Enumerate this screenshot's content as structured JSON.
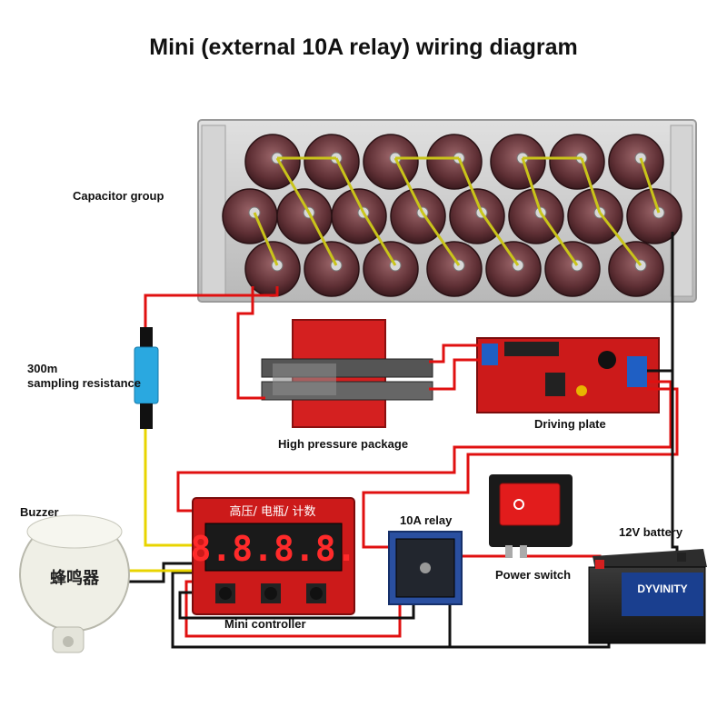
{
  "title": "Mini (external 10A relay) wiring diagram",
  "labels": {
    "capacitor_group": "Capacitor group",
    "sampling_resistance_1": "300m",
    "sampling_resistance_2": "sampling resistance",
    "high_pressure_package": "High pressure package",
    "driving_plate": "Driving plate",
    "buzzer": "Buzzer",
    "mini_controller": "Mini controller",
    "relay": "10A relay",
    "power_switch": "Power switch",
    "battery": "12V battery"
  },
  "controller": {
    "header_text": "高压/ 电瓶/ 计数",
    "display": "8.8.8.8."
  },
  "buzzer_text": "蜂鸣器",
  "battery_brand": "DYVINITY",
  "colors": {
    "wire_red": "#e01010",
    "wire_black": "#111111",
    "wire_yellow": "#e8d400",
    "board_red": "#cc1a1a",
    "capacitor": "#6e3a3e",
    "enclosure": "#c9c9c9",
    "relay_blue": "#2a4fa0",
    "battery_blue": "#1a3f8f"
  }
}
